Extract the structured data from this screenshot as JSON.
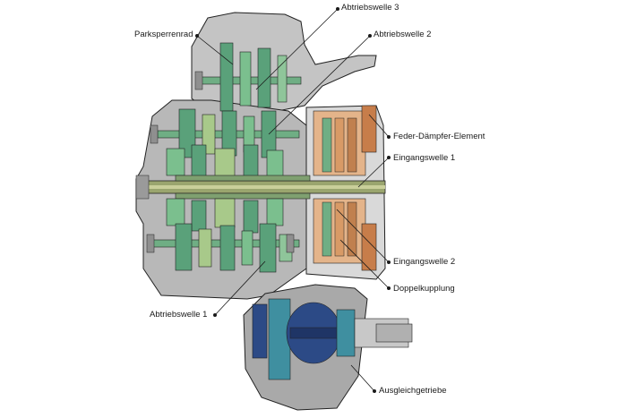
{
  "figure": {
    "labels": {
      "output_shaft_3": "Abtriebswelle 3",
      "output_shaft_2": "Abtriebswelle 2",
      "park_lock_gear": "Parksperrenrad",
      "spring_damper": "Feder-Dämpfer-Element",
      "input_shaft_1": "Eingangswelle 1",
      "input_shaft_2": "Eingangswelle 2",
      "dual_clutch": "Doppelkupplung",
      "output_shaft_1": "Abtriebswelle 1",
      "differential": "Ausgleichgetriebe"
    },
    "colors": {
      "housing": "#b5b5b5",
      "housing_dark": "#8f8f8f",
      "shafts_green": "#5aa17a",
      "shafts_light": "#a8c98a",
      "input_shaft": "#9aa56e",
      "clutch_orange": "#d89a66",
      "differential_blue": "#2c4a86",
      "differential_teal": "#3f8fa0",
      "line": "#222222"
    }
  }
}
